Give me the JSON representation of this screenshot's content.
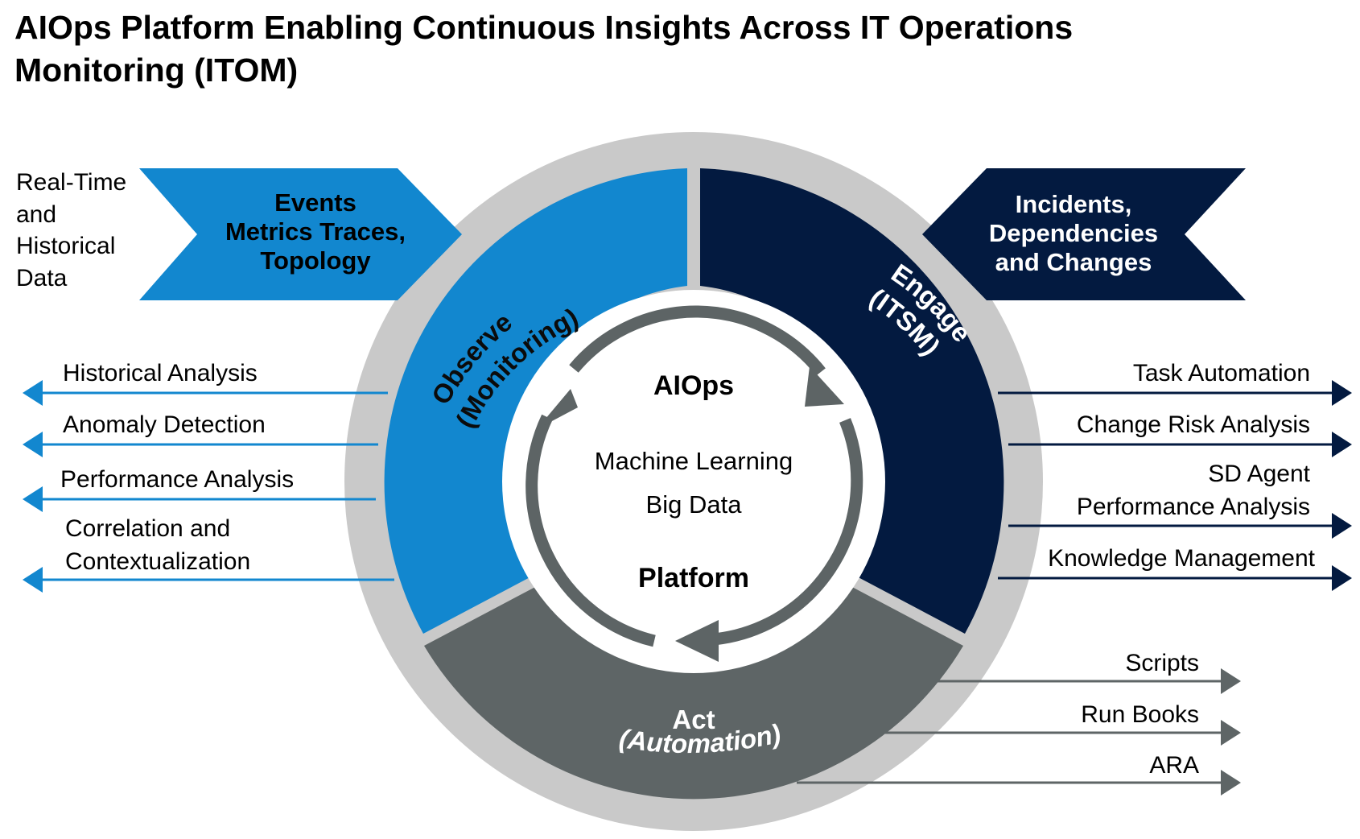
{
  "title": {
    "line1": "AIOps Platform Enabling Continuous Insights Across IT Operations",
    "line2": "Monitoring (ITOM)"
  },
  "input_left": [
    "Real-Time",
    "and",
    "Historical",
    "Data"
  ],
  "chevron_left": [
    "Events",
    "Metrics Traces,",
    "Topology"
  ],
  "chevron_right": [
    "Incidents,",
    "Dependencies",
    "and Changes"
  ],
  "segments": {
    "observe": [
      "Observe",
      "(Monitoring)"
    ],
    "engage": [
      "Engage",
      "(ITSM)"
    ],
    "act": [
      "Act",
      "(Automation)"
    ]
  },
  "center": {
    "top": "AIOps",
    "line1": "Machine Learning",
    "line2": "Big Data",
    "bottom": "Platform"
  },
  "outputs_left": [
    [
      "Historical Analysis"
    ],
    [
      "Anomaly Detection"
    ],
    [
      "Performance Analysis"
    ],
    [
      "Correlation and",
      "Contextualization"
    ]
  ],
  "outputs_right": [
    [
      "Task Automation"
    ],
    [
      "Change Risk Analysis"
    ],
    [
      "SD Agent",
      "Performance Analysis"
    ],
    [
      "Knowledge Management"
    ]
  ],
  "outputs_bottom": [
    [
      "Scripts"
    ],
    [
      "Run Books"
    ],
    [
      "ARA"
    ]
  ],
  "colors": {
    "observe": "#1287cf",
    "engage": "#031a40",
    "act": "#5e6566",
    "ring": "#c9c9c9",
    "cycle_arrow": "#5d6465"
  }
}
